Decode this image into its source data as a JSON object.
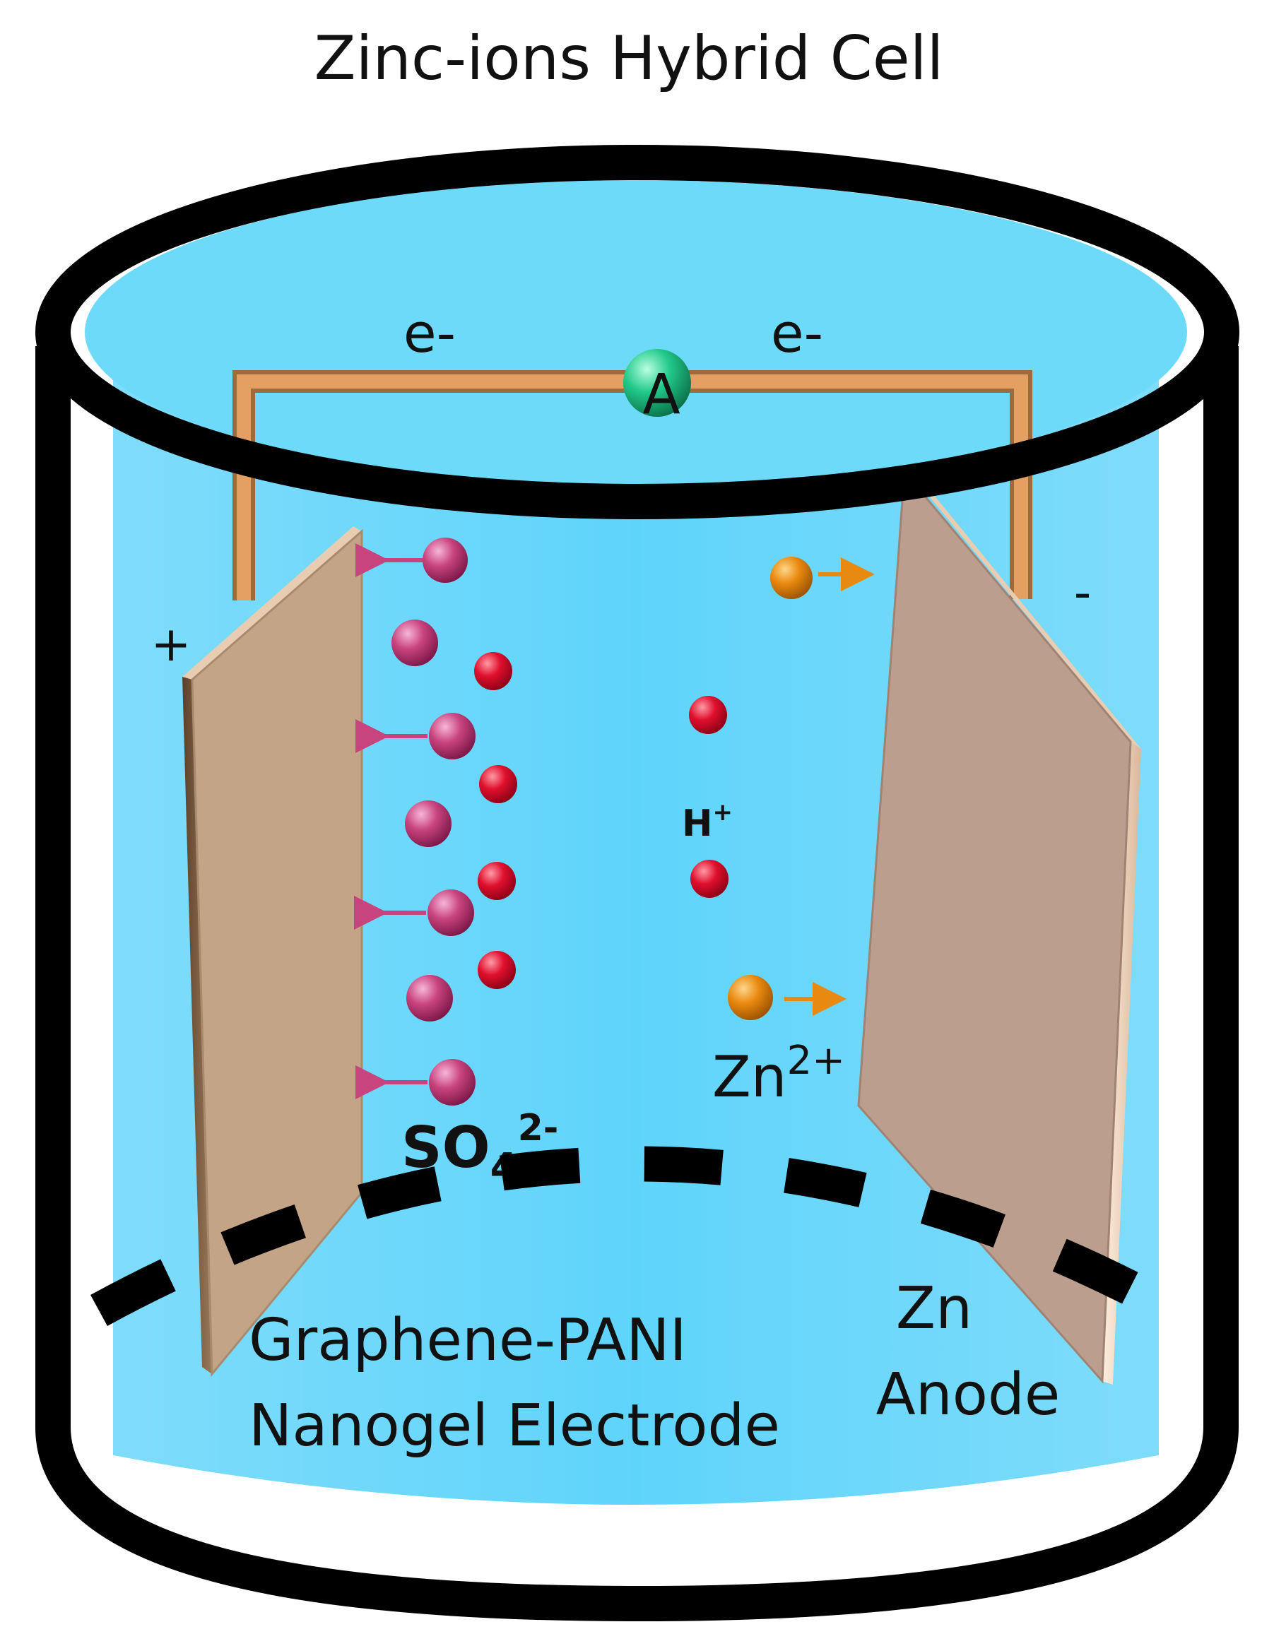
{
  "title": "Zinc-ions Hybrid Cell",
  "labels": {
    "electron_left": "e-",
    "electron_right": "e-",
    "ammeter": "A",
    "positive_terminal": "+",
    "negative_terminal": "-",
    "hydrogen_ion": "H",
    "hydrogen_charge": "+",
    "sulfate_ion": "SO",
    "sulfate_subscript": "4",
    "sulfate_charge": "2-",
    "zinc_ion": "Zn",
    "zinc_charge": "2+",
    "cathode_line1": "Graphene-PANI",
    "cathode_line2": "Nanogel Electrode",
    "anode_line1": "Zn",
    "anode_line2": "Anode"
  },
  "colors": {
    "electrolyte": "#5fd4fb",
    "electrode": "#b99f86",
    "wire": "#e4a062",
    "sulfate_ion": "#c8447f",
    "hydrogen_ion": "#e0102e",
    "zinc_ion": "#e98a10",
    "ammeter": "#22c98a",
    "outline": "#000000"
  }
}
